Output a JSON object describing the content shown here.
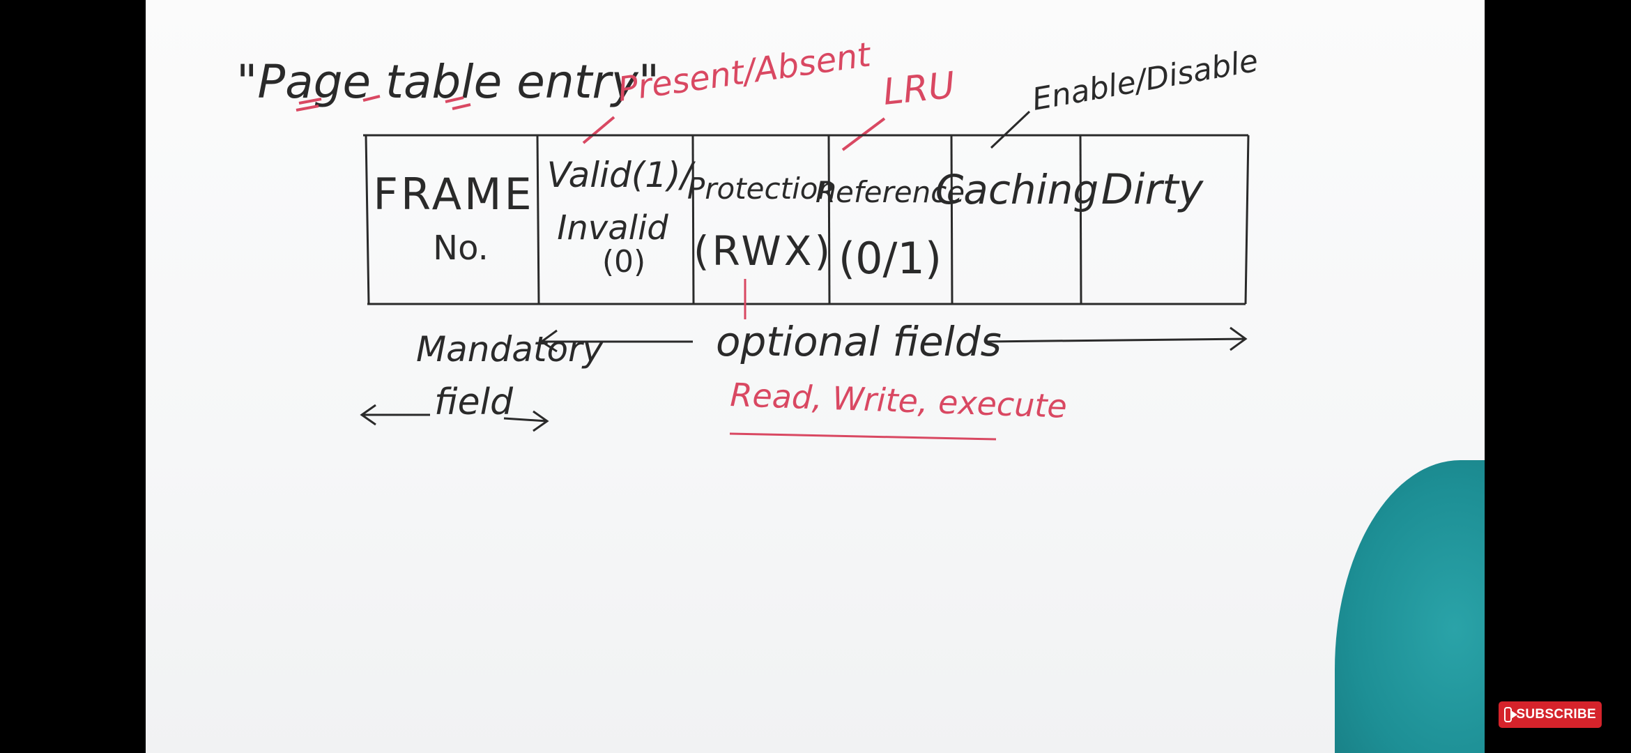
{
  "board": {
    "title": "\"Page table entry\"",
    "table_fields": [
      {
        "lines": [
          "FRAME",
          "No."
        ]
      },
      {
        "lines": [
          "Valid(1)/",
          "Invalid",
          "(0)"
        ]
      },
      {
        "lines": [
          "Protection",
          "(RWX)"
        ]
      },
      {
        "lines": [
          "Reference",
          "(0/1)"
        ]
      },
      {
        "lines": [
          "Caching"
        ]
      },
      {
        "lines": [
          "Dirty"
        ]
      }
    ],
    "notes": {
      "present_absent": "Present/Absent",
      "lru": "LRU",
      "enable_disable": "Enable/Disable",
      "read_write_execute": "Read, Write, execute"
    },
    "labels": {
      "mandatory_line1": "Mandatory",
      "mandatory_line2": "field",
      "optional": "optional fields"
    }
  },
  "overlay": {
    "subscribe_label": "SUBSCRIBE",
    "subscribe_icon": "youtube-play-icon"
  },
  "colors": {
    "ink_black": "#2a2a2a",
    "ink_red": "#d94862",
    "presenter_teal": "#1d8f95",
    "subscribe_red": "#d5232b"
  }
}
